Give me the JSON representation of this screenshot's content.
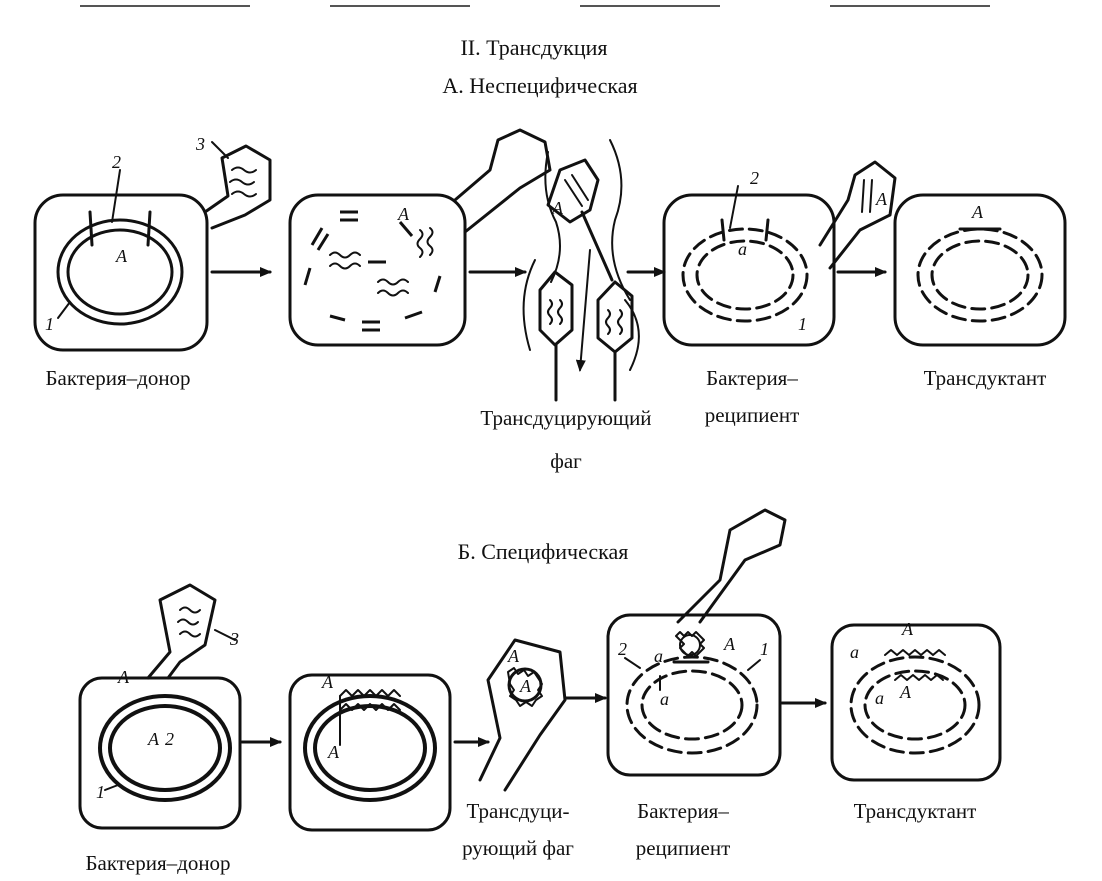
{
  "title": "II. Трансдукция",
  "section_a": {
    "heading": "А. Неспецифическая",
    "captions": {
      "donor": "Бактерия–донор",
      "phage_line1": "Трансдуцирующий",
      "phage_line2": "фаг",
      "recipient_line1": "Бактерия–",
      "recipient_line2": "реципиент",
      "transductant": "Трансдуктант"
    },
    "marks": {
      "gene_A": "A",
      "gene_a": "a",
      "num_1": "1",
      "num_2": "2",
      "num_3": "3"
    }
  },
  "section_b": {
    "heading": "Б. Специфическая",
    "captions": {
      "donor": "Бактерия–донор",
      "phage_line1": "Трансдуци-",
      "phage_line2": "рующий фаг",
      "recipient_line1": "Бактерия–",
      "recipient_line2": "реципиент",
      "transductant": "Трансдуктант"
    },
    "marks": {
      "gene_A": "A",
      "gene_a": "a",
      "num_1": "1",
      "num_2": "2",
      "num_3": "3"
    }
  }
}
